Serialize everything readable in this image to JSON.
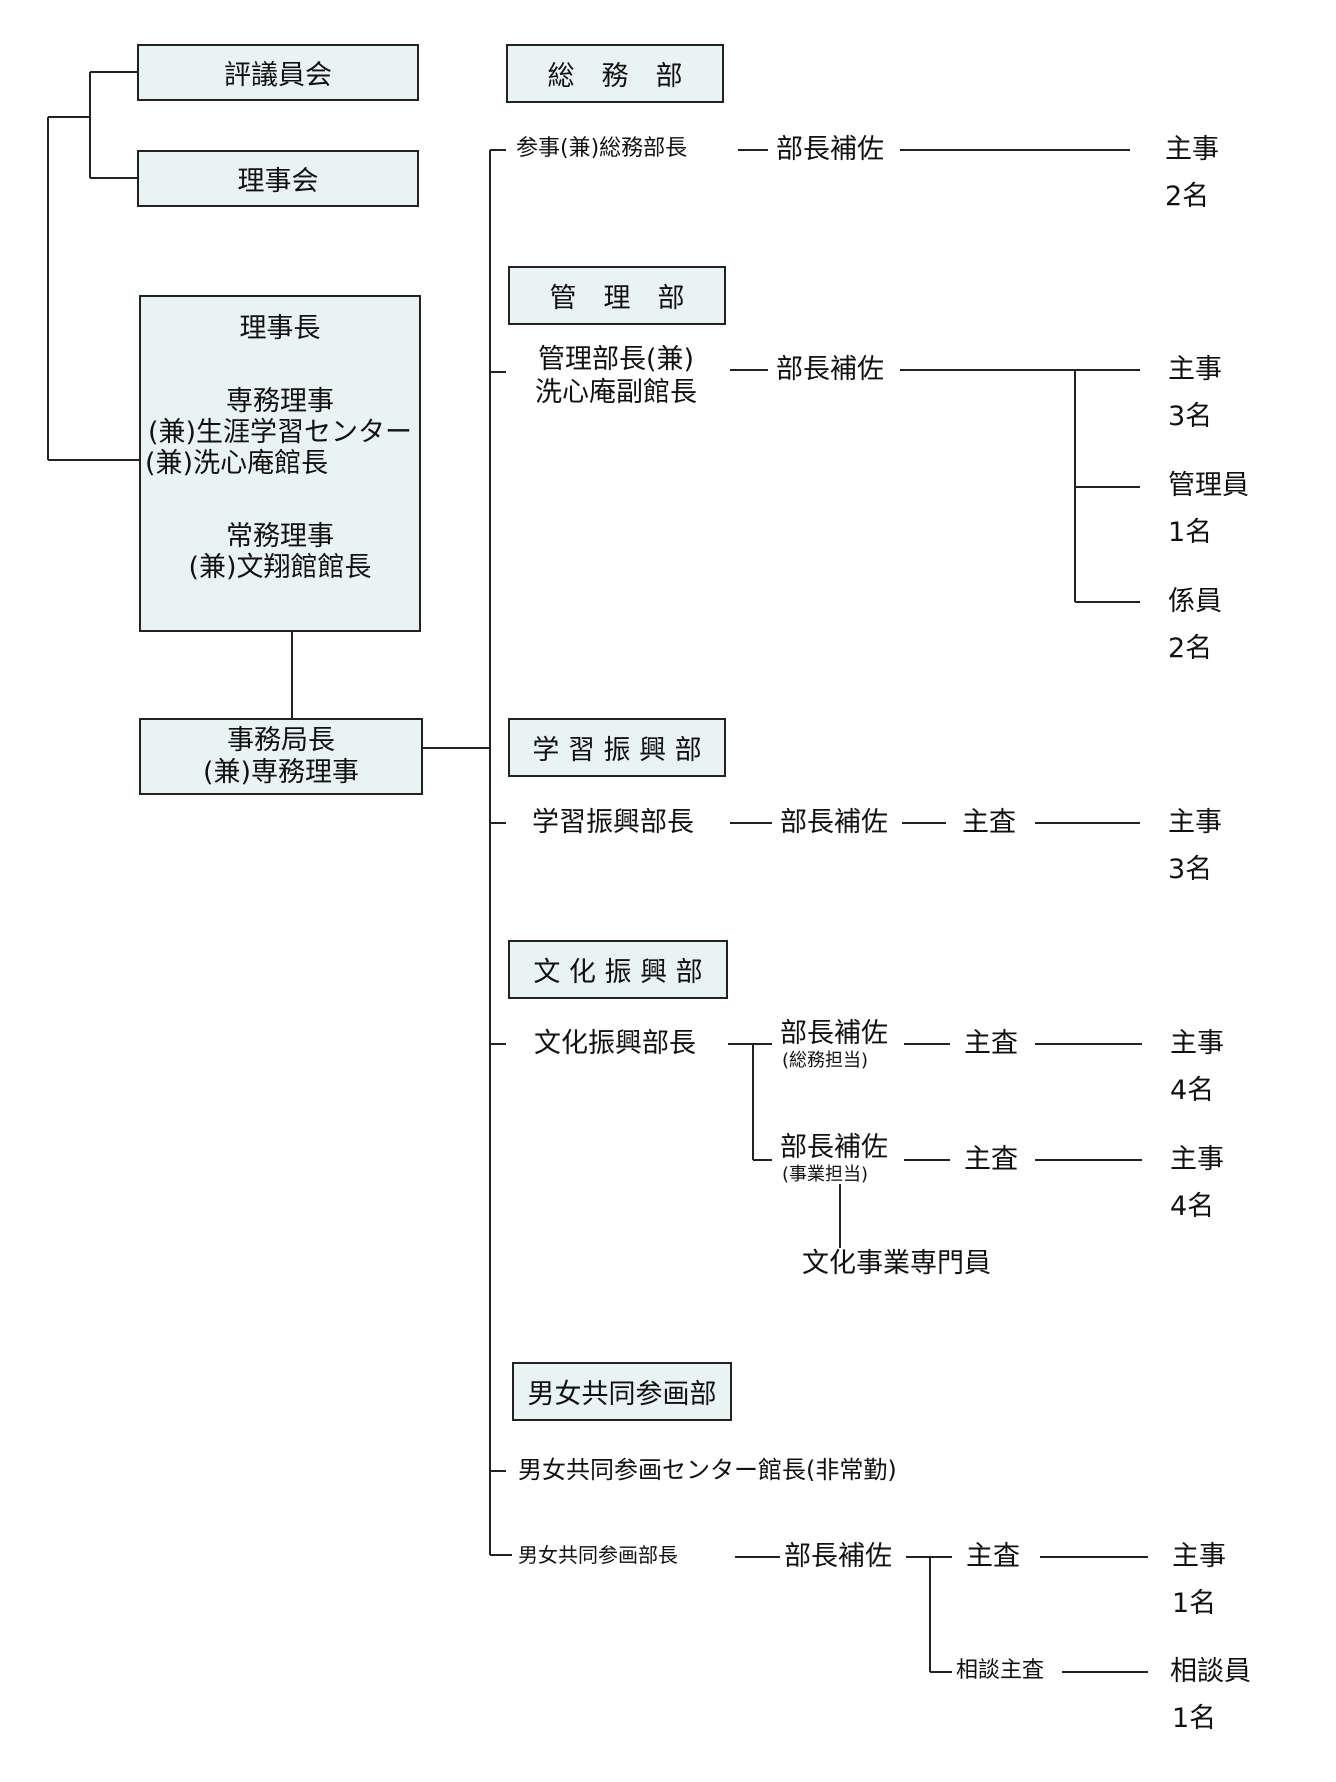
{
  "boards": {
    "councillors": "評議員会",
    "directors": "理事会"
  },
  "chair": {
    "title": "理事長",
    "exec_director": "専務理事",
    "exec_director_role1": "(兼)生涯学習センター",
    "exec_director_role2": "(兼)洗心庵館長",
    "managing_director": "常務理事",
    "managing_director_role": "(兼)文翔館館長"
  },
  "secretariat": {
    "line1": "事務局長",
    "line2": "(兼)専務理事"
  },
  "departments": {
    "general_affairs": {
      "name": "総　務　部",
      "head": "参事(兼)総務部長",
      "assistant": "部長補佐",
      "staff_role": "主事",
      "staff_count": "2名"
    },
    "management": {
      "name": "管　理　部",
      "head_line1": "管理部長(兼)",
      "head_line2": "洗心庵副館長",
      "assistant": "部長補佐",
      "staff": [
        {
          "role": "主事",
          "count": "3名"
        },
        {
          "role": "管理員",
          "count": "1名"
        },
        {
          "role": "係員",
          "count": "2名"
        }
      ]
    },
    "learning": {
      "name": "学 習 振 興 部",
      "head": "学習振興部長",
      "assistant": "部長補佐",
      "chief": "主査",
      "staff_role": "主事",
      "staff_count": "3名"
    },
    "culture": {
      "name": "文 化 振 興 部",
      "head": "文化振興部長",
      "assistant1": "部長補佐",
      "assistant1_note": "(総務担当)",
      "chief1": "主査",
      "staff1_role": "主事",
      "staff1_count": "4名",
      "assistant2": "部長補佐",
      "assistant2_note": "(事業担当)",
      "chief2": "主査",
      "staff2_role": "主事",
      "staff2_count": "4名",
      "specialist": "文化事業専門員"
    },
    "gender_equality": {
      "name": "男女共同参画部",
      "center_head": "男女共同参画センター館長(非常勤)",
      "head": "男女共同参画部長",
      "assistant": "部長補佐",
      "chief": "主査",
      "staff_role": "主事",
      "staff_count": "1名",
      "consult_chief": "相談主査",
      "consultant_role": "相談員",
      "consultant_count": "1名"
    }
  }
}
